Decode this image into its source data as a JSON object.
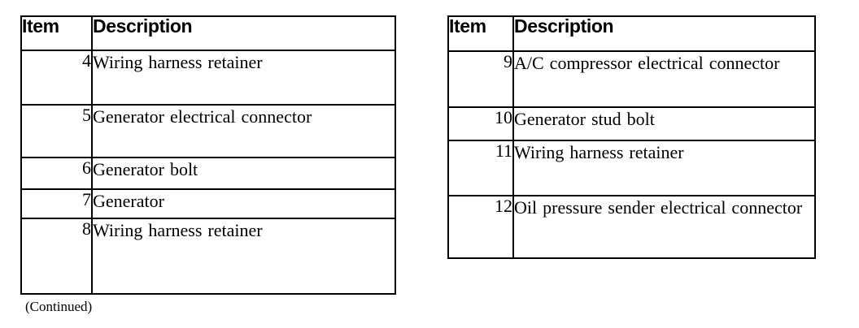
{
  "page": {
    "continued_note": "(Continued)",
    "text_color": "#000000",
    "background_color": "#ffffff",
    "border_color": "#000000"
  },
  "tables": [
    {
      "id": "left",
      "headers": {
        "item": "Item",
        "description": "Description"
      },
      "rows": [
        {
          "item": "4",
          "description": "Wiring harness retainer"
        },
        {
          "item": "5",
          "description": "Generator electrical connector"
        },
        {
          "item": "6",
          "description": "Generator bolt"
        },
        {
          "item": "7",
          "description": "Generator"
        },
        {
          "item": "8",
          "description": "Wiring harness retainer"
        }
      ]
    },
    {
      "id": "right",
      "headers": {
        "item": "Item",
        "description": "Description"
      },
      "rows": [
        {
          "item": "9",
          "description": "A/C compressor electrical connector"
        },
        {
          "item": "10",
          "description": "Generator stud bolt"
        },
        {
          "item": "11",
          "description": "Wiring harness retainer"
        },
        {
          "item": "12",
          "description": "Oil pressure sender electrical connector"
        }
      ]
    }
  ]
}
